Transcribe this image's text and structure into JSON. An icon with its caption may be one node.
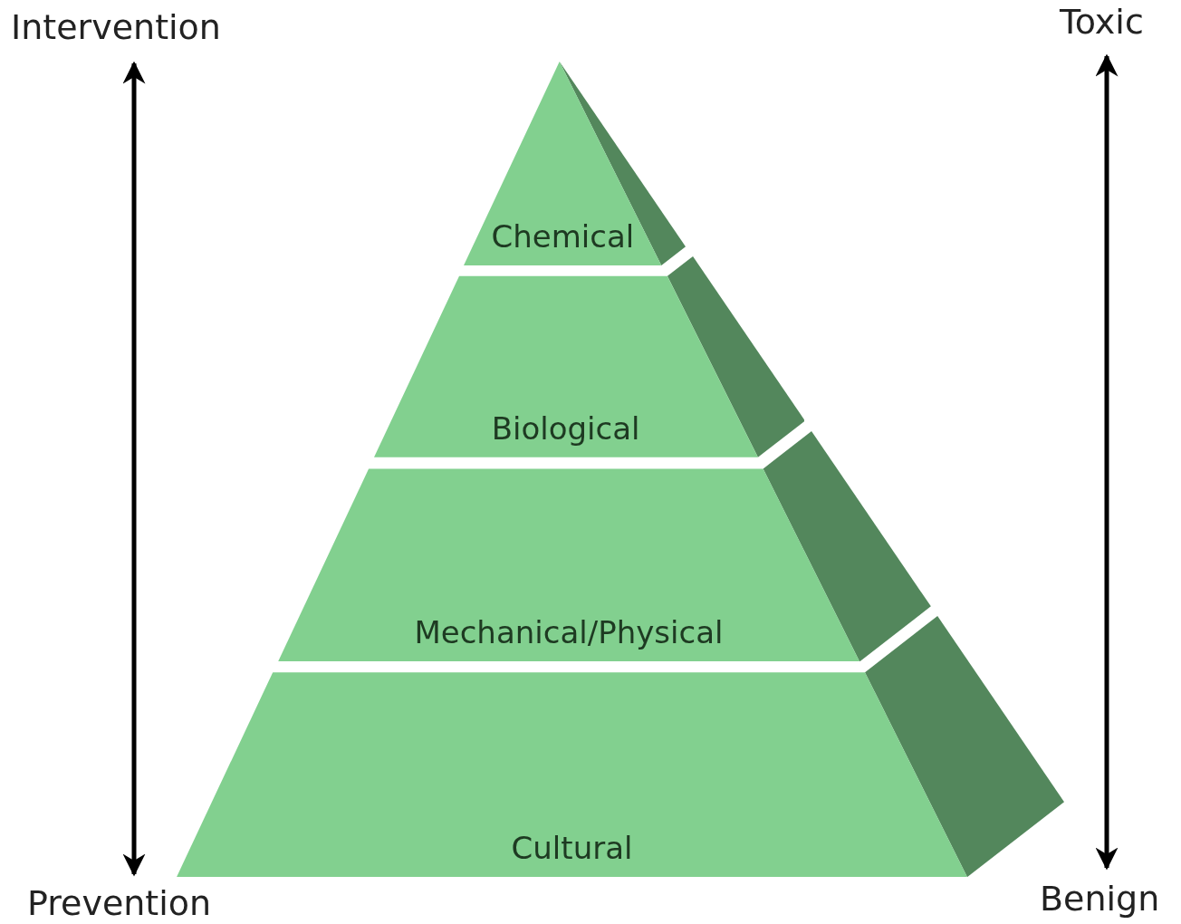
{
  "diagram": {
    "nodes": [
      {
        "text": [
          "Chemical"
        ]
      },
      {
        "text": [
          "Biological"
        ]
      },
      {
        "text": [
          "Mechanical/Physical"
        ]
      },
      {
        "text": [
          "Cultural"
        ]
      }
    ],
    "labels": [
      "Intervention",
      "Toxic",
      "Prevention",
      "Benign"
    ]
  }
}
